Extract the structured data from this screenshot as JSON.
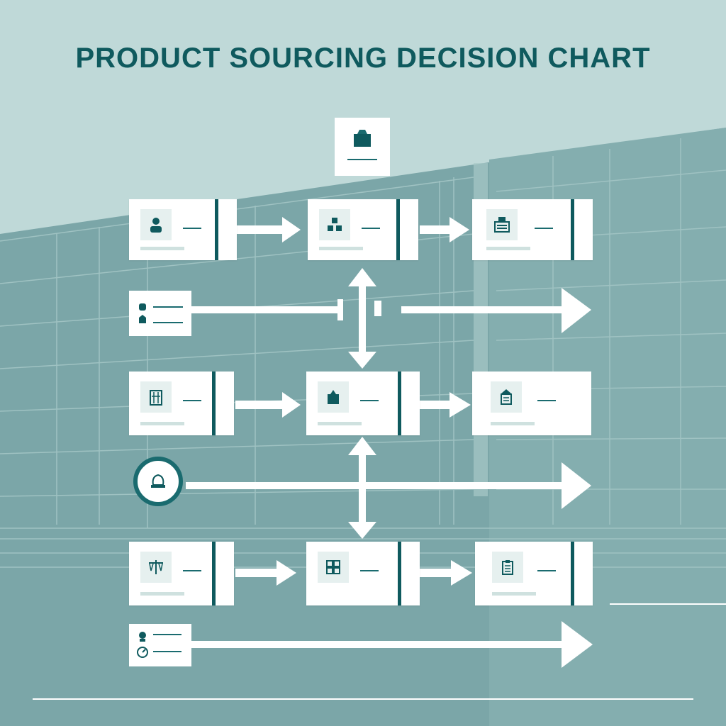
{
  "title": "PRODUCT SOURCING DECISION CHART",
  "colors": {
    "background": "#bfd9d8",
    "building": "#7ba6a8",
    "accent": "#0f5a5e",
    "card": "#ffffff",
    "arrow": "#ffffff"
  },
  "nodes": [
    {
      "id": "top",
      "icon": "box-icon"
    },
    {
      "id": "r1c1",
      "icon": "person-icon"
    },
    {
      "id": "r1c2",
      "icon": "boxes-icon"
    },
    {
      "id": "r1c3",
      "icon": "machine-icon"
    },
    {
      "id": "b1",
      "icon": "tag-icon"
    },
    {
      "id": "r2c1",
      "icon": "building-icon"
    },
    {
      "id": "r2c2",
      "icon": "package-icon"
    },
    {
      "id": "r2c3",
      "icon": "document-icon"
    },
    {
      "id": "circle",
      "icon": "handshake-icon"
    },
    {
      "id": "r3c1",
      "icon": "scale-icon"
    },
    {
      "id": "r3c2",
      "icon": "grid-icon"
    },
    {
      "id": "r3c3",
      "icon": "clipboard-icon"
    },
    {
      "id": "b2",
      "icon": "person-clock-icon"
    }
  ]
}
